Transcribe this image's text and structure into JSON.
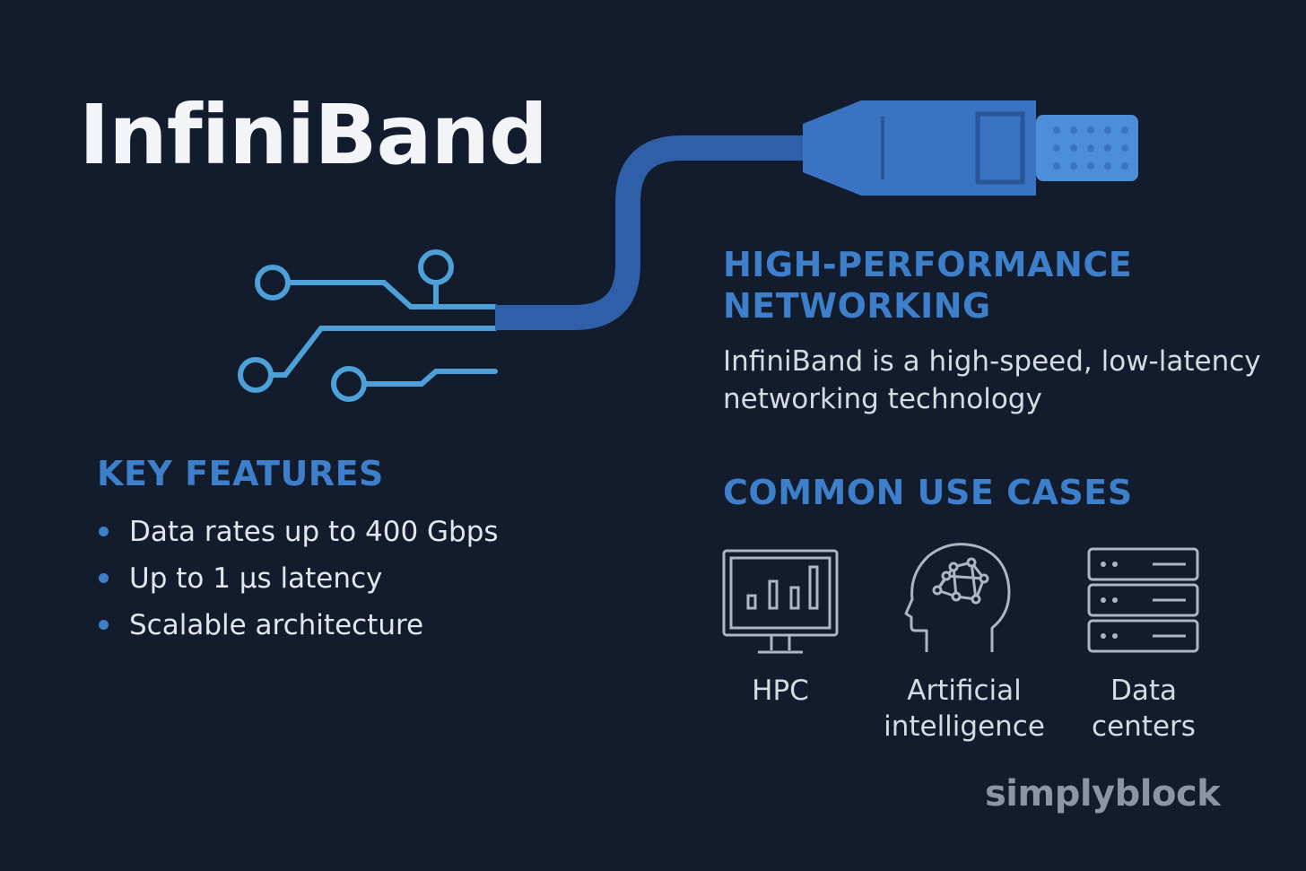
{
  "title": "InfiniBand",
  "high_performance": {
    "heading": "HIGH-PERFORMANCE\nNETWORKING",
    "description": "InfiniBand is a high-speed, low-latency networking technology"
  },
  "key_features": {
    "heading": "KEY FEATURES",
    "items": [
      "Data rates up to 400 Gbps",
      "Up to 1 µs latency",
      "Scalable architecture"
    ]
  },
  "use_cases": {
    "heading": "COMMON USE CASES",
    "items": [
      {
        "label": "HPC",
        "icon": "monitor-bar-chart-icon"
      },
      {
        "label": "Artificial\nintelligence",
        "icon": "brain-head-icon"
      },
      {
        "label": "Data\ncenters",
        "icon": "server-rack-icon"
      }
    ]
  },
  "brand": "simplyblock",
  "colors": {
    "background": "#121c2c",
    "accent": "#3d7fca",
    "cable": "#2f5fa8",
    "circuit": "#4da0d8",
    "text": "#e2e6ec",
    "brand": "#8d95a2"
  }
}
